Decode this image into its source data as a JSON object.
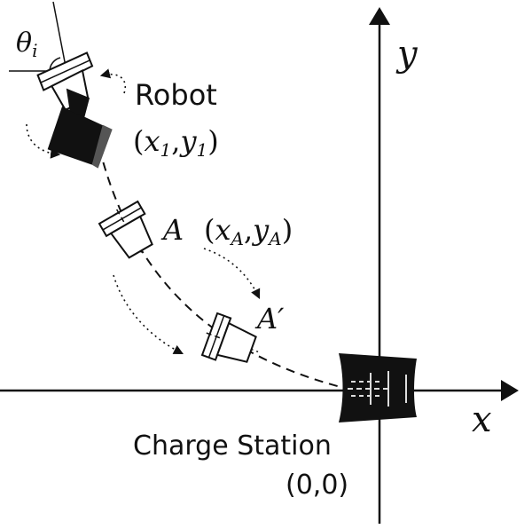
{
  "labels": {
    "theta": "θ",
    "theta_sub": "i",
    "robot": "Robot",
    "robot_coord_open": "(",
    "x1": "x",
    "x1_sub": "1",
    "comma1": ",",
    "y1": "y",
    "y1_sub": "1",
    "robot_coord_close": ")",
    "point_a": "A",
    "a_coord_open": "(",
    "xa": "x",
    "xa_sub": "A",
    "comma2": ",",
    "ya": "y",
    "ya_sub": "A",
    "a_coord_close": ")",
    "point_a_prime": "A′",
    "axis_x": "x",
    "axis_y": "y",
    "station": "Charge Station",
    "origin": "(0,0)"
  }
}
